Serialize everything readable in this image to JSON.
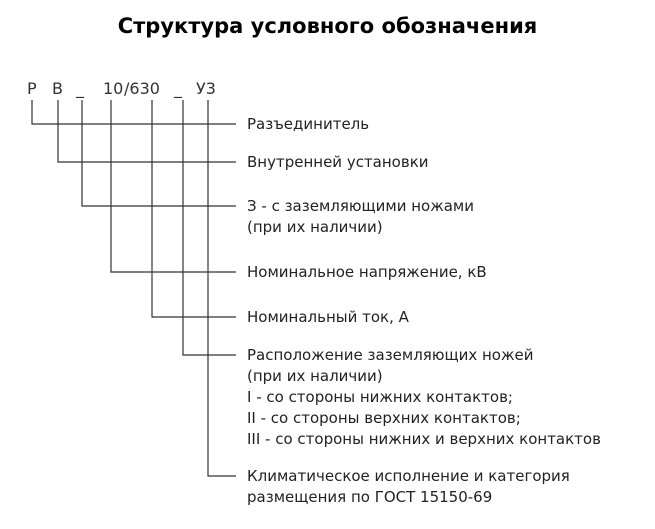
{
  "title": "Структура условного обозначения",
  "code": {
    "p": "Р",
    "v": "В",
    "dash1": "_",
    "voltage": "10",
    "slash_current": "/630",
    "dash2": "_",
    "climate": "У3"
  },
  "descriptions": [
    {
      "lines": [
        "Разъединитель"
      ]
    },
    {
      "lines": [
        "Внутренней установки"
      ]
    },
    {
      "lines": [
        "З - с заземляющими ножами",
        "(при их наличии)"
      ]
    },
    {
      "lines": [
        "Номинальное напряжение, кВ"
      ]
    },
    {
      "lines": [
        "Номинальный ток, А"
      ]
    },
    {
      "lines": [
        "Расположение заземляющих ножей",
        "(при их наличии)",
        "I - со стороны нижних контактов;",
        "II - со стороны верхних контактов;",
        "III - со стороны нижних и верхних контактов"
      ]
    },
    {
      "lines": [
        "Климатическое исполнение и категория",
        "размещения по ГОСТ 15150-69"
      ]
    }
  ]
}
